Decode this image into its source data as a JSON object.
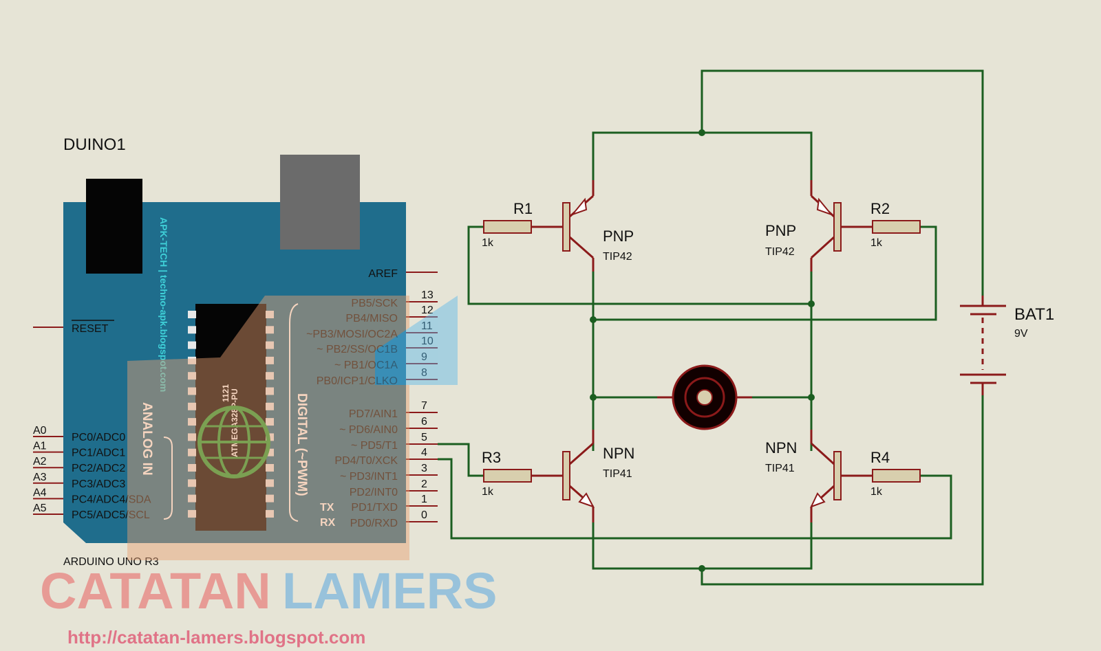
{
  "colors": {
    "background": "#e6e4d6",
    "board": "#1f6d8c",
    "wire": "#1b5e20",
    "pin": "#8b1a1a",
    "component_fill": "#d8cfae",
    "watermark_red": "#e86060",
    "watermark_blue": "#5aa8e0"
  },
  "board": {
    "ref": "DUINO1",
    "model": "ARDUINO UNO R3",
    "chip_name": "ATMEGA328P-PU",
    "chip_code": "1121",
    "side_text": "APK-TECH | techno-apk.blogspot.com",
    "analog_group": "ANALOG IN",
    "digital_group": "DIGITAL (~PWM)",
    "reset": "RESET",
    "aref": "AREF",
    "tx": "TX",
    "rx": "RX",
    "analog_pins": [
      {
        "num": "A0",
        "name": "PC0/ADC0"
      },
      {
        "num": "A1",
        "name": "PC1/ADC1"
      },
      {
        "num": "A2",
        "name": "PC2/ADC2"
      },
      {
        "num": "A3",
        "name": "PC3/ADC3"
      },
      {
        "num": "A4",
        "name": "PC4/ADC4/SDA"
      },
      {
        "num": "A5",
        "name": "PC5/ADC5/SCL"
      }
    ],
    "digital_pins": [
      {
        "num": "13",
        "name": "PB5/SCK"
      },
      {
        "num": "12",
        "name": "PB4/MISO"
      },
      {
        "num": "11",
        "name": "~PB3/MOSI/OC2A"
      },
      {
        "num": "10",
        "name": "~ PB2/SS/OC1B"
      },
      {
        "num": "9",
        "name": "~ PB1/OC1A"
      },
      {
        "num": "8",
        "name": "PB0/ICP1/CLKO"
      },
      {
        "num": "7",
        "name": "PD7/AIN1"
      },
      {
        "num": "6",
        "name": "~ PD6/AIN0"
      },
      {
        "num": "5",
        "name": "~  PD5/T1"
      },
      {
        "num": "4",
        "name": "PD4/T0/XCK"
      },
      {
        "num": "3",
        "name": "~ PD3/INT1"
      },
      {
        "num": "2",
        "name": "PD2/INT0"
      },
      {
        "num": "1",
        "name": "PD1/TXD"
      },
      {
        "num": "0",
        "name": "PD0/RXD"
      }
    ]
  },
  "transistors": [
    {
      "type": "PNP",
      "model": "TIP42"
    },
    {
      "type": "PNP",
      "model": "TIP42"
    },
    {
      "type": "NPN",
      "model": "TIP41"
    },
    {
      "type": "NPN",
      "model": "TIP41"
    }
  ],
  "resistors": [
    {
      "ref": "R1",
      "value": "1k"
    },
    {
      "ref": "R2",
      "value": "1k"
    },
    {
      "ref": "R3",
      "value": "1k"
    },
    {
      "ref": "R4",
      "value": "1k"
    }
  ],
  "battery": {
    "ref": "BAT1",
    "value": "9V"
  },
  "watermark": {
    "part1": "CATATAN",
    "part2": "LAMERS",
    "url": "http://catatan-lamers.blogspot.com"
  }
}
